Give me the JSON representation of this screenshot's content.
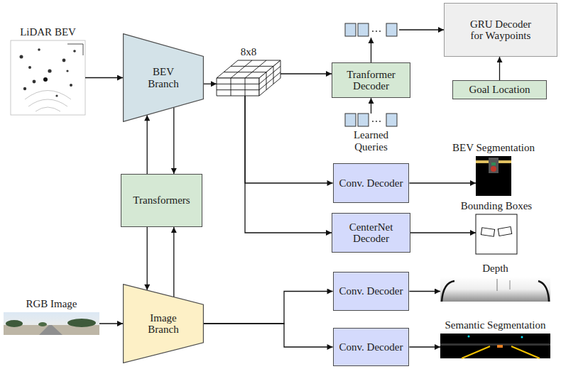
{
  "diagram": {
    "nodes": [
      {
        "text": [
          "LiDAR BEV"
        ]
      },
      {
        "text": [
          "BEV Branch"
        ]
      },
      {
        "text": [
          "8x8"
        ]
      },
      {
        "text": [
          "Tranformer Decoder"
        ]
      },
      {
        "text": [
          "GRU Decoder for Waypoints"
        ]
      },
      {
        "text": [
          "Goal Location"
        ]
      },
      {
        "text": [
          "Learned Queries"
        ]
      },
      {
        "text": [
          "Transformers"
        ]
      },
      {
        "text": [
          "Conv. Decoder"
        ]
      },
      {
        "text": [
          "BEV Segmentation"
        ]
      },
      {
        "text": [
          "CenterNet Decoder"
        ]
      },
      {
        "text": [
          "Bounding Boxes"
        ]
      },
      {
        "text": [
          "RGB Image"
        ]
      },
      {
        "text": [
          "Image Branch"
        ]
      },
      {
        "text": [
          "Conv. Decoder"
        ]
      },
      {
        "text": [
          "Depth"
        ]
      },
      {
        "text": [
          "Conv. Decoder"
        ]
      },
      {
        "text": [
          "Semantic Segmentation"
        ]
      }
    ],
    "edges": [
      {
        "from": 0,
        "to": 1,
        "arrow": "to"
      },
      {
        "from": 1,
        "to": 2,
        "arrow": "to"
      },
      {
        "from": 2,
        "to": 3,
        "arrow": "to"
      },
      {
        "from": 3,
        "to": 4,
        "arrow": "to"
      },
      {
        "from": 5,
        "to": 4,
        "arrow": "to"
      },
      {
        "from": 6,
        "to": 3,
        "arrow": "to"
      },
      {
        "from": 1,
        "to": 7,
        "arrow": "to"
      },
      {
        "from": 7,
        "to": 1,
        "arrow": "to"
      },
      {
        "from": 7,
        "to": 13,
        "arrow": "to"
      },
      {
        "from": 13,
        "to": 7,
        "arrow": "to"
      },
      {
        "from": 2,
        "to": 8,
        "arrow": "to"
      },
      {
        "from": 2,
        "to": 10,
        "arrow": "to"
      },
      {
        "from": 8,
        "to": 9,
        "arrow": "to"
      },
      {
        "from": 10,
        "to": 11,
        "arrow": "to"
      },
      {
        "from": 12,
        "to": 13,
        "arrow": "to"
      },
      {
        "from": 13,
        "to": 14,
        "arrow": "to"
      },
      {
        "from": 13,
        "to": 16,
        "arrow": "to"
      },
      {
        "from": 14,
        "to": 15,
        "arrow": "to"
      },
      {
        "from": 16,
        "to": 17,
        "arrow": "to"
      }
    ]
  }
}
